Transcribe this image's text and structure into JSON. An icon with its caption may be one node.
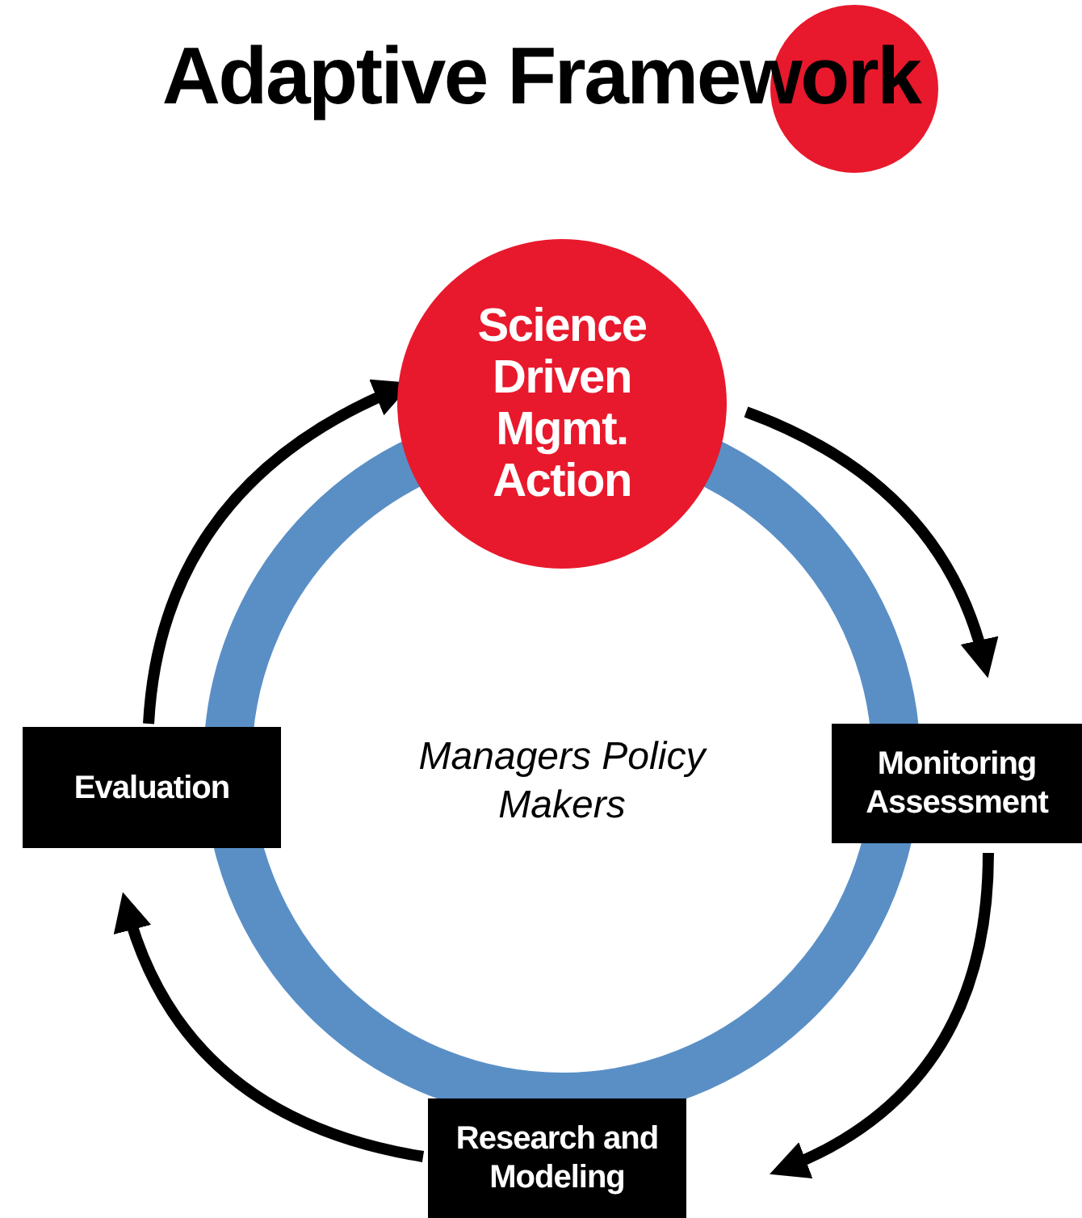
{
  "diagram": {
    "title": "Adaptive Framework",
    "nodes": [
      {
        "text": [
          "Science Driven Mgmt. Action"
        ]
      },
      {
        "text": [
          "Monitoring Assessment"
        ]
      },
      {
        "text": [
          "Research and Modeling"
        ]
      },
      {
        "text": [
          "Evaluation"
        ]
      }
    ],
    "edges": [
      {
        "from": 0,
        "to": 1,
        "arrow": "to"
      },
      {
        "from": 1,
        "to": 2,
        "arrow": "to"
      },
      {
        "from": 2,
        "to": 3,
        "arrow": "to"
      },
      {
        "from": 3,
        "to": 0,
        "arrow": "to"
      }
    ],
    "labels": [
      "Managers Policy Makers"
    ]
  }
}
